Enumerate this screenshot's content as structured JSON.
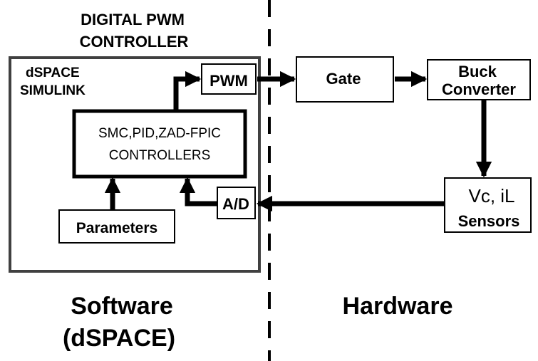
{
  "title": {
    "line1": "DIGITAL PWM",
    "line2": "CONTROLLER"
  },
  "software_box": {
    "label_line1": "dSPACE",
    "label_line2": "SIMULINK",
    "border_color": "#404040"
  },
  "blocks": {
    "pwm": "PWM",
    "controllers_line1": "SMC,PID,ZAD-FPIC",
    "controllers_line2": "CONTROLLERS",
    "parameters": "Parameters",
    "ad": "A/D",
    "gate": "Gate",
    "buck_line1": "Buck",
    "buck_line2": "Converter",
    "sensors_line1": "Vc, iL",
    "sensors_line2": "Sensors"
  },
  "sections": {
    "software_line1": "Software",
    "software_line2": "(dSPACE)",
    "hardware": "Hardware"
  },
  "colors": {
    "line": "#000000",
    "background": "#ffffff"
  }
}
